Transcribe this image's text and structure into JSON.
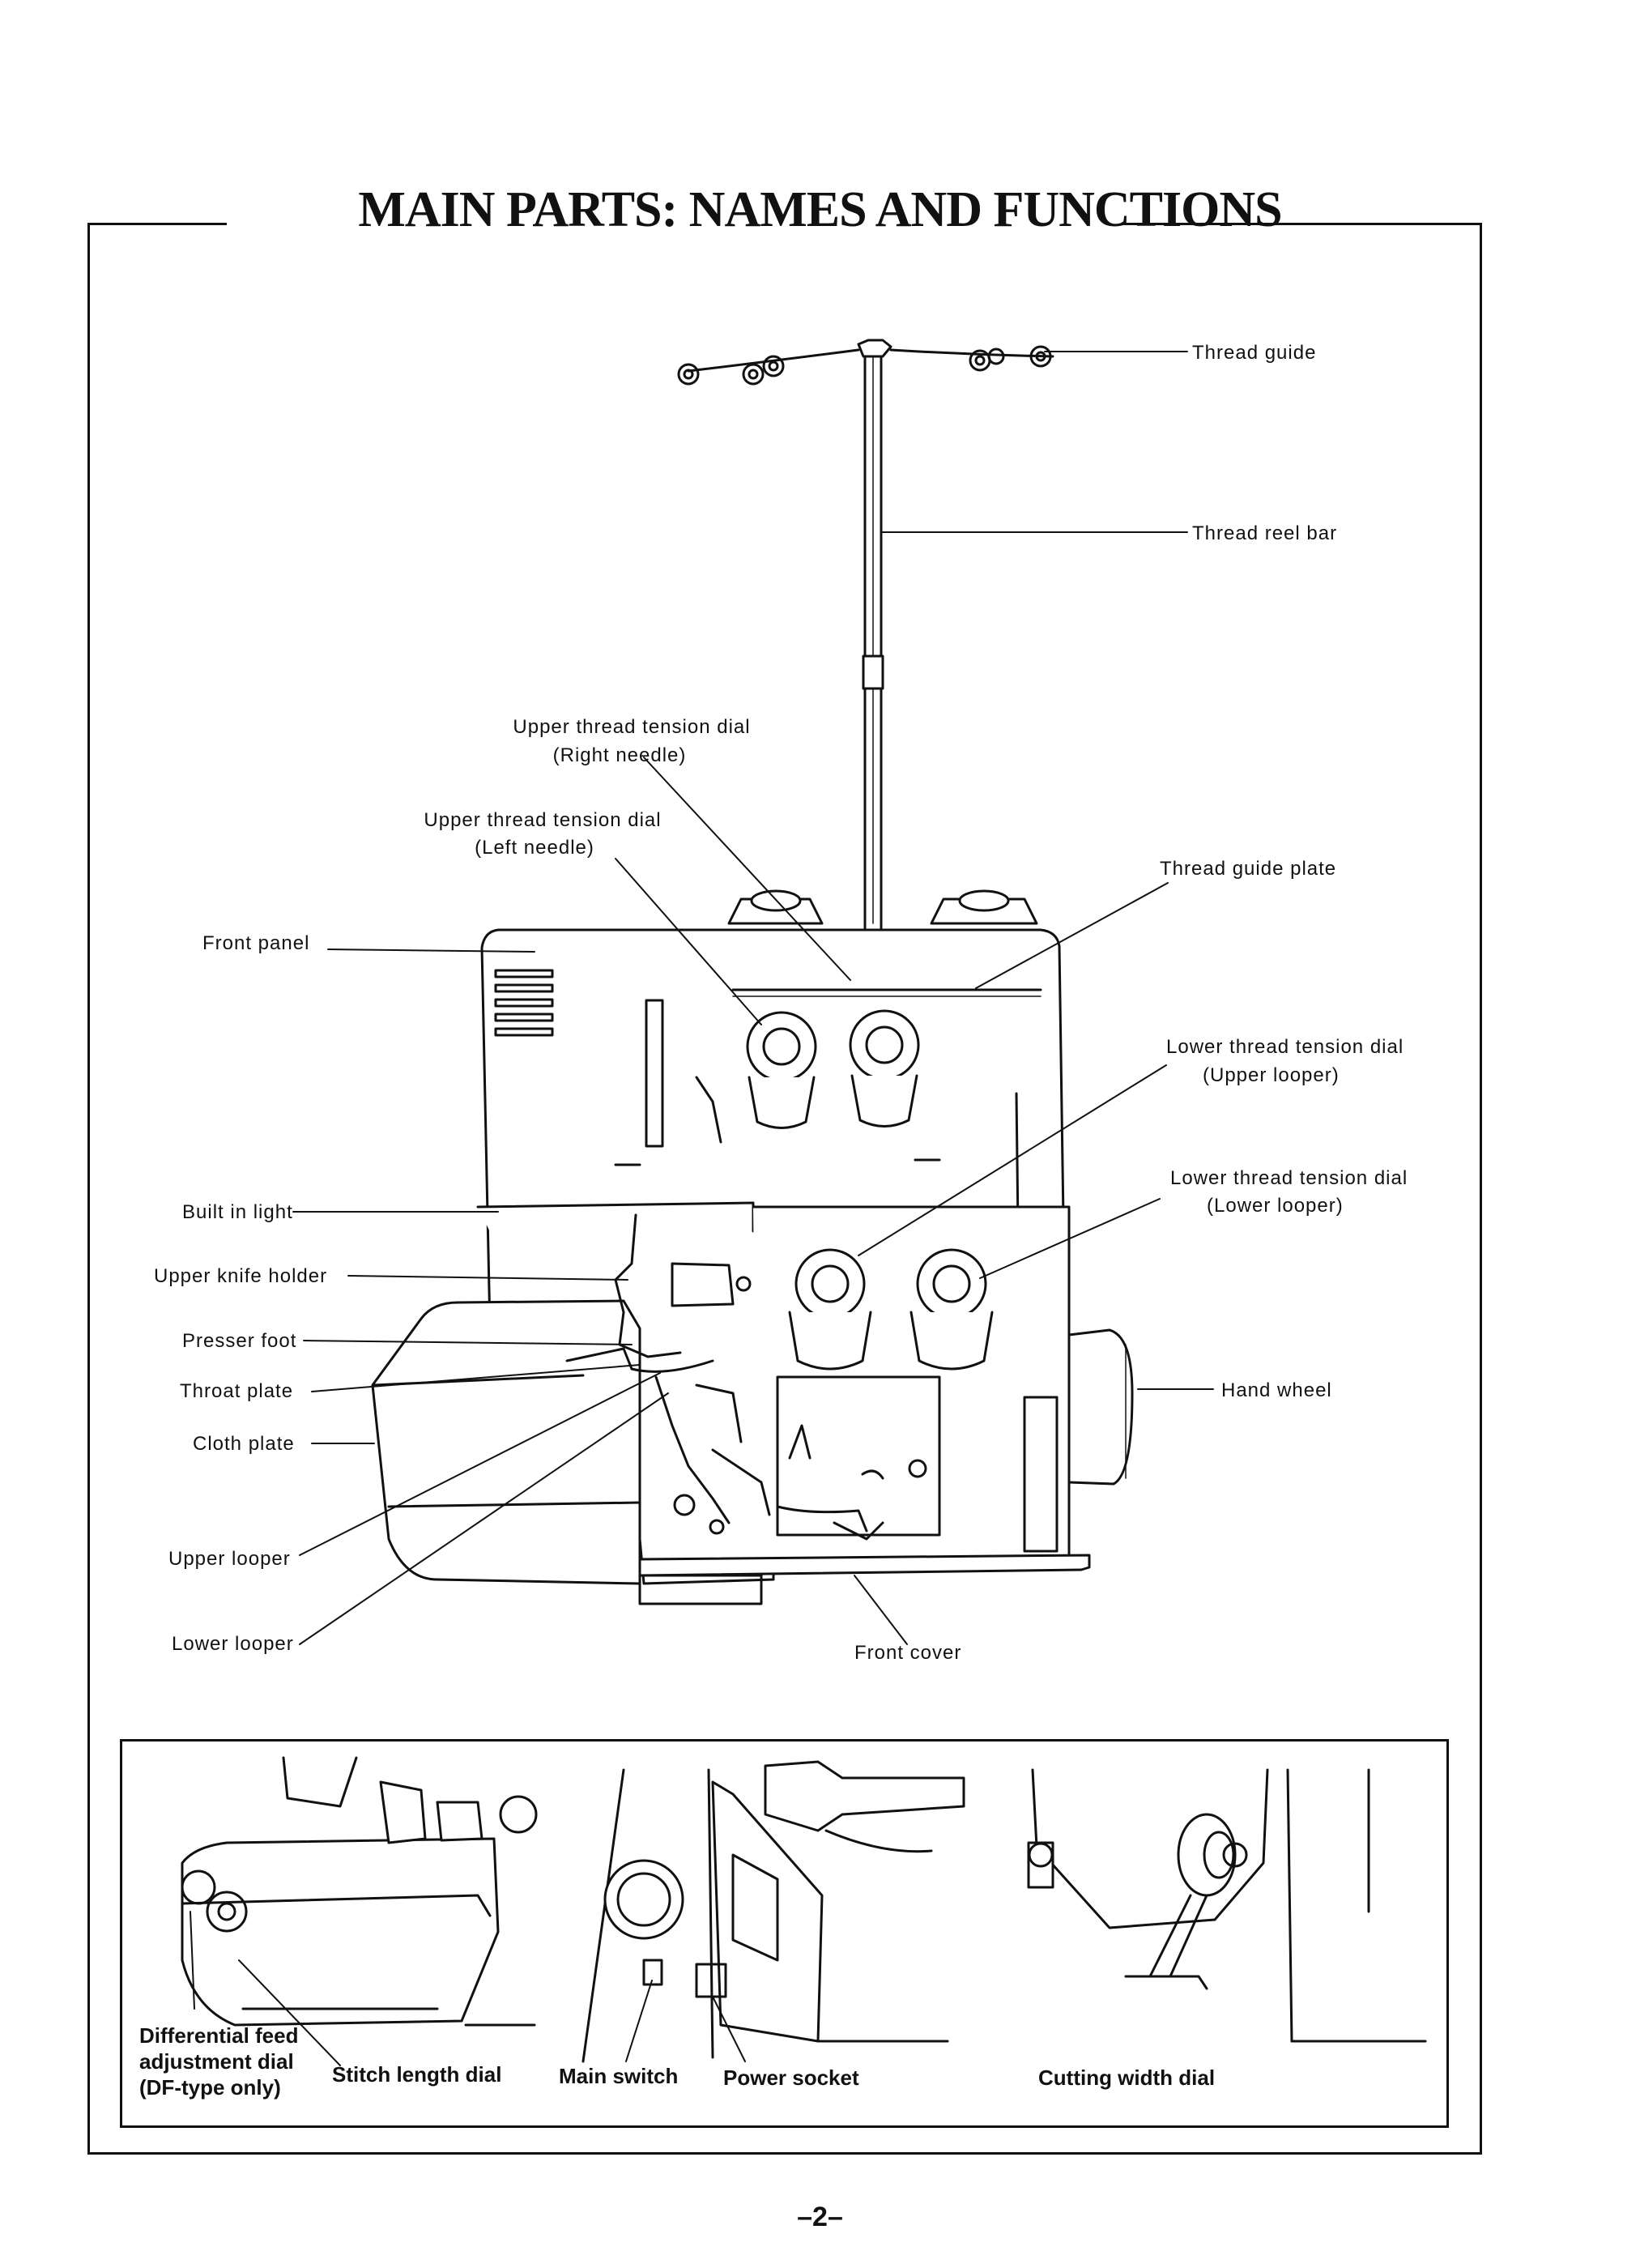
{
  "title": "MAIN PARTS: NAMES AND FUNCTIONS",
  "page_number": "–2–",
  "labels": {
    "thread_guide": "Thread guide",
    "thread_reel_bar": "Thread reel bar",
    "upper_tension_right_1": "Upper thread tension dial",
    "upper_tension_right_2": "(Right needle)",
    "upper_tension_left_1": "Upper thread tension dial",
    "upper_tension_left_2": "(Left needle)",
    "thread_guide_plate": "Thread guide plate",
    "front_panel": "Front panel",
    "lower_tension_upper_1": "Lower thread tension dial",
    "lower_tension_upper_2": "(Upper looper)",
    "lower_tension_lower_1": "Lower thread tension dial",
    "lower_tension_lower_2": "(Lower looper)",
    "built_in_light": "Built in light",
    "upper_knife_holder": "Upper knife holder",
    "presser_foot": "Presser foot",
    "throat_plate": "Throat plate",
    "cloth_plate": "Cloth plate",
    "hand_wheel": "Hand wheel",
    "upper_looper": "Upper looper",
    "lower_looper": "Lower looper",
    "front_cover": "Front cover"
  },
  "inset_labels": {
    "diff_feed_1": "Differential feed",
    "diff_feed_2": "adjustment dial",
    "diff_feed_3": "(DF-type only)",
    "stitch_length_dial": "Stitch length dial",
    "main_switch": "Main switch",
    "power_socket": "Power socket",
    "cutting_width_dial": "Cutting width dial"
  }
}
